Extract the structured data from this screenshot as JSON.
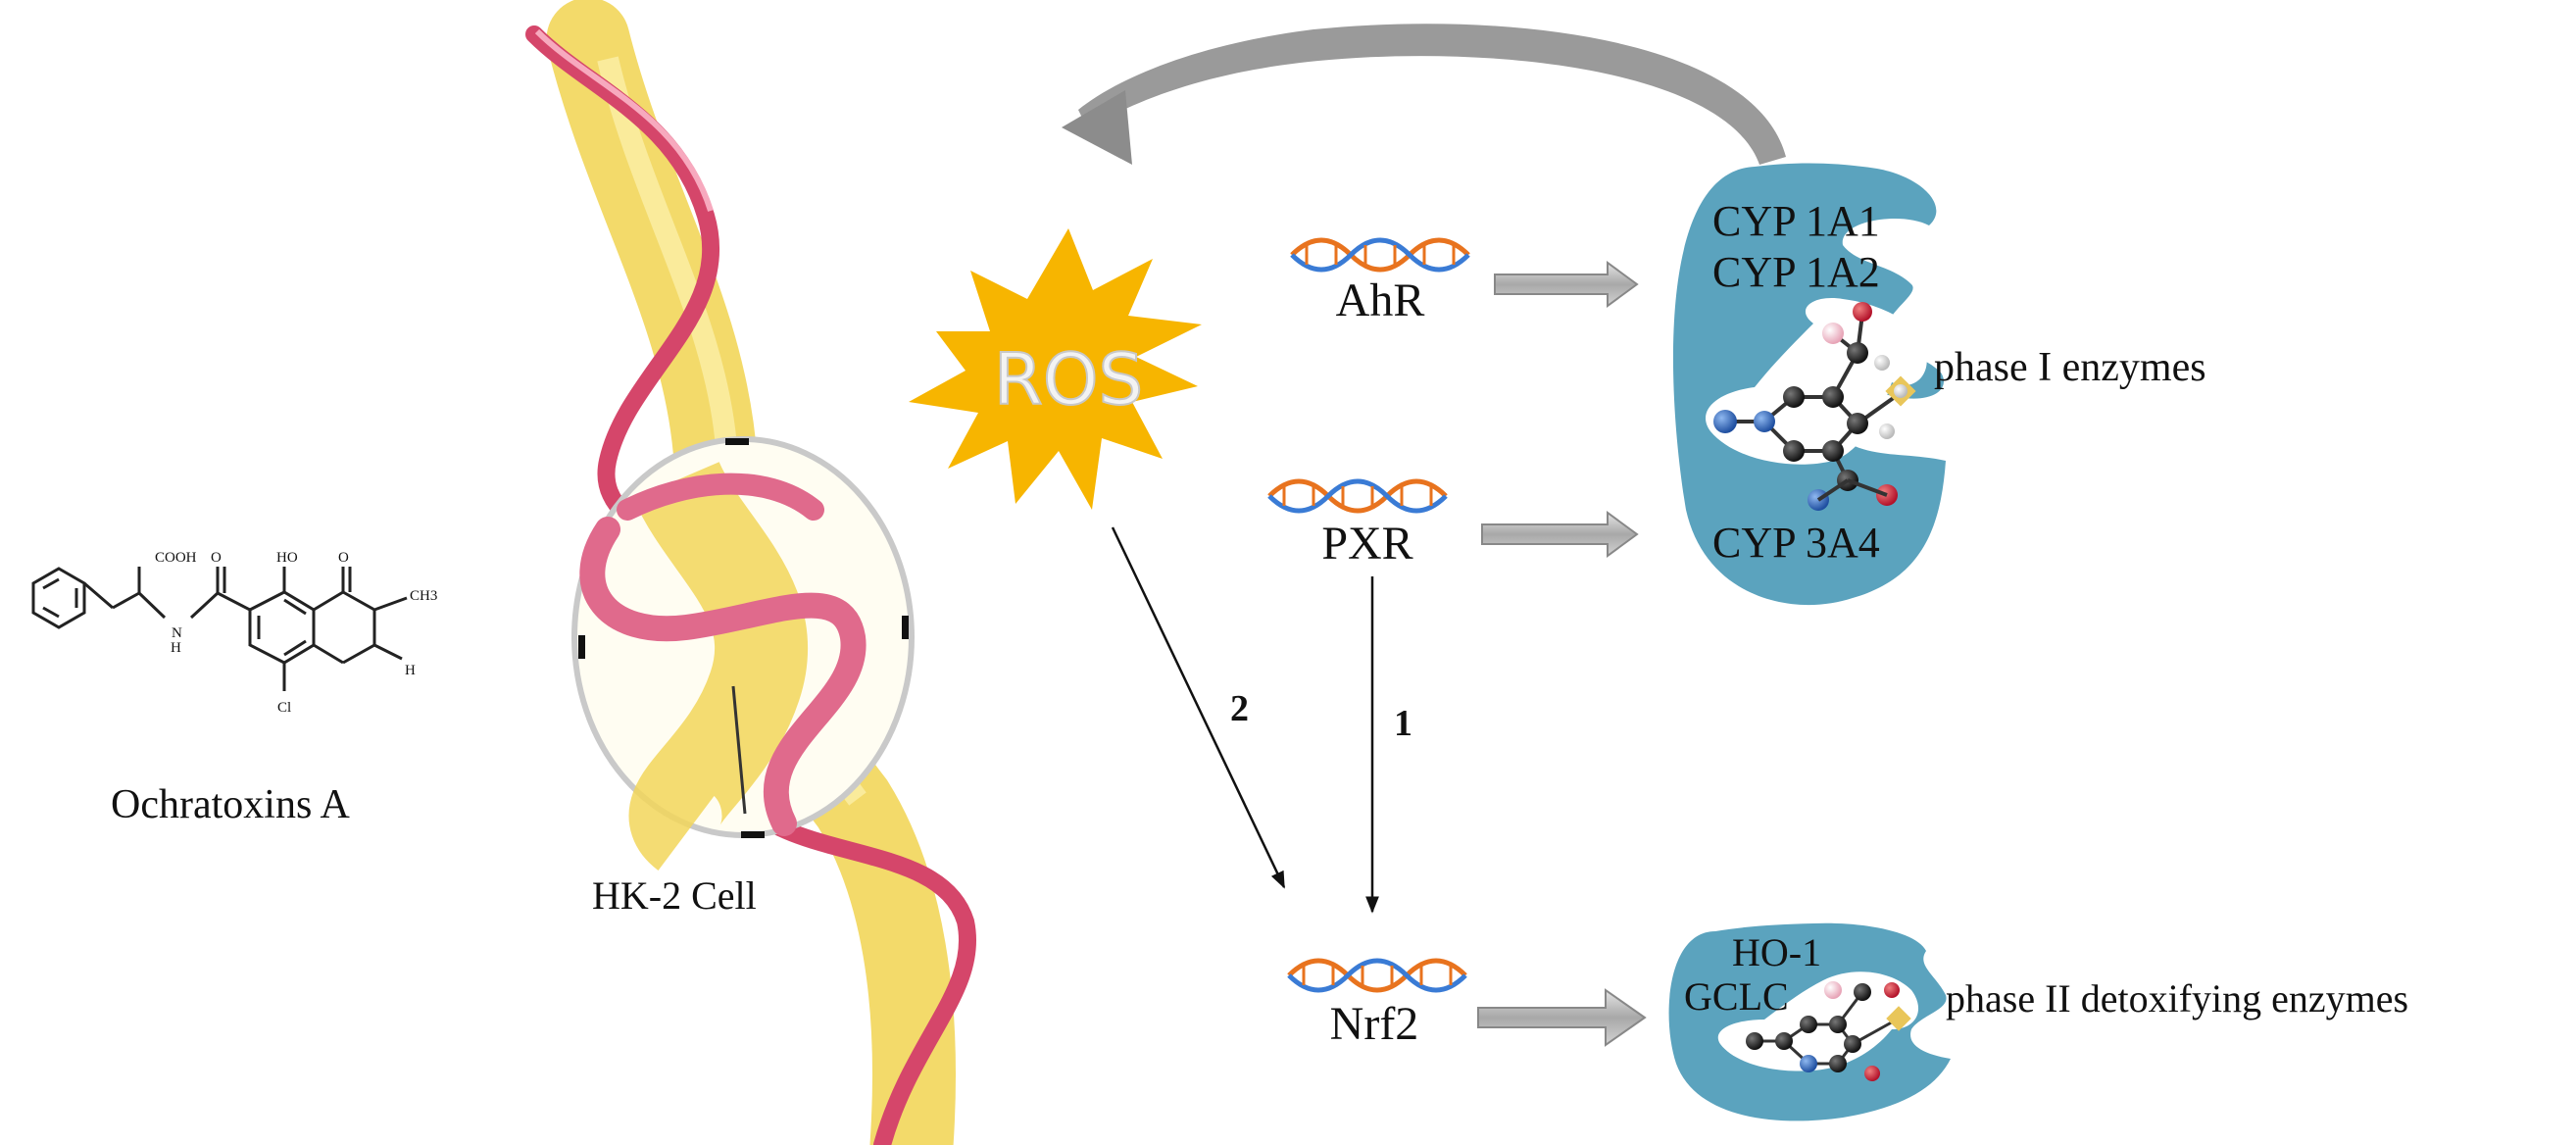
{
  "molecule": {
    "caption": "Ochratoxins A",
    "labels": {
      "cooh": "COOH",
      "ho": "HO",
      "o": "O",
      "n": "N",
      "h": "H",
      "cl": "Cl",
      "ch3": "CH3"
    }
  },
  "cell": {
    "caption": "HK-2 Cell"
  },
  "ros": {
    "label": "ROS"
  },
  "receptors": {
    "ahr": "AhR",
    "pxr": "PXR",
    "nrf2": "Nrf2"
  },
  "pathways": {
    "path1": "1",
    "path2": "2"
  },
  "phase1": {
    "enzymes": [
      "CYP 1A1",
      "CYP 1A2",
      "CYP 3A4"
    ],
    "label": "phase I enzymes"
  },
  "phase2": {
    "enzymes": [
      "HO-1",
      "GCLC"
    ],
    "label": "phase II detoxifying enzymes"
  },
  "colors": {
    "enzyme_blob": "#5BA3BE",
    "ros_burst": "#F7B500",
    "ribbon_red": "#D5466A",
    "ribbon_yellow": "#F2D65A",
    "arrow_gray": "#8C8C8C",
    "dna_blue": "#3A7BD5",
    "dna_orange": "#E8731E"
  }
}
